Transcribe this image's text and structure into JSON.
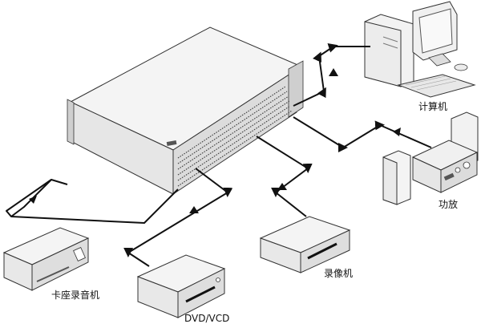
{
  "devices": {
    "computer": {
      "label": "计算机"
    },
    "amplifier": {
      "label": "功放"
    },
    "cassette_deck": {
      "label": "卡座录音机"
    },
    "dvd_vcd": {
      "label": "DVD/VCD"
    },
    "vcr": {
      "label": "录像机"
    }
  },
  "colors": {
    "line": "#1a1a1a",
    "panel_light": "#ffffff",
    "panel_dark": "#d9d9d9",
    "outline": "#333333"
  }
}
